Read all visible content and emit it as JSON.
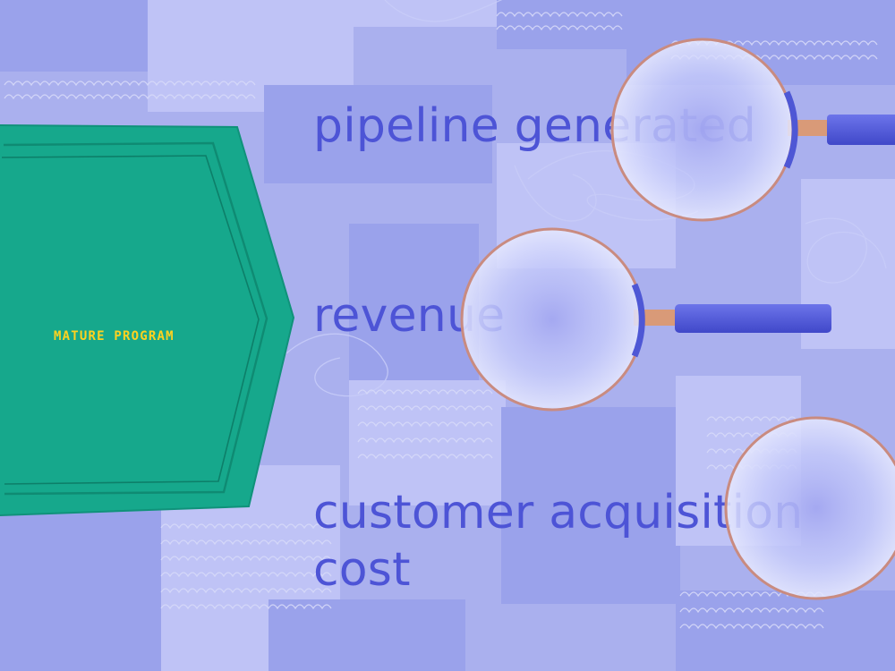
{
  "badge": {
    "label": "MATURE PROGRAM",
    "colors": {
      "fill": "#16a88c",
      "stroke": "#0f8b73",
      "text": "#ffd21f"
    }
  },
  "metrics": [
    {
      "line_1": "pipeline generated"
    },
    {
      "line_1": "revenue"
    },
    {
      "line_1": "customer acquisition",
      "line_2": "cost"
    }
  ],
  "colors": {
    "background": "#aab0ee",
    "panel_light": "#bfc3f6",
    "panel_dark": "#9aa2eb",
    "text": "#4d54d6",
    "magnifier_handle": "#4e57d5",
    "magnifier_rim": "#c98b80"
  },
  "icons": [
    "magnifier-icon",
    "magnifier-icon",
    "magnifier-icon"
  ]
}
